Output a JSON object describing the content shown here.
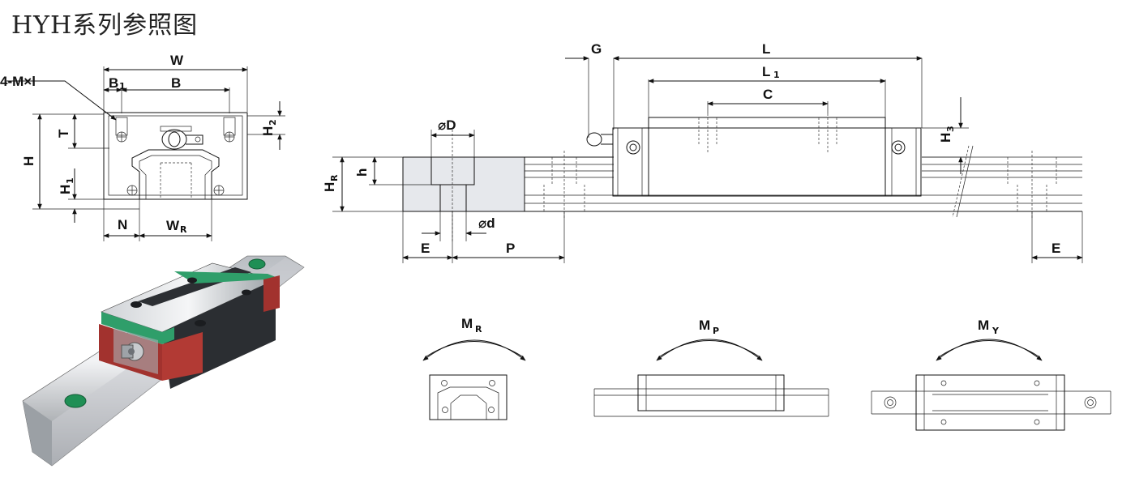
{
  "title": "HYH系列参照图",
  "labels": {
    "bolts": "4-M×l",
    "W": "W",
    "B": "B",
    "B1": "B",
    "B1_sub": "1",
    "T": "T",
    "H": "H",
    "H1": "H",
    "H1_sub": "1",
    "H2": "H",
    "H2_sub": "2",
    "H3": "H",
    "H3_sub": "3",
    "N": "N",
    "WR": "W",
    "WR_sub": "R",
    "HR": "H",
    "HR_sub": "R",
    "h": "h",
    "D": "⌀D",
    "d": "⌀d",
    "E_left": "E",
    "P": "P",
    "E_right": "E",
    "G": "G",
    "L": "L",
    "L1": "L",
    "L1_sub": "1",
    "C": "C"
  },
  "moments": {
    "MR": "M",
    "MR_sub": "R",
    "MP": "M",
    "MP_sub": "P",
    "MY": "M",
    "MY_sub": "Y"
  },
  "colors": {
    "rail_shade": "#e6e8ec",
    "block_green": "#2f9e6a",
    "block_red": "#a2322e",
    "steel": "#8c9196",
    "line": "#111111"
  }
}
